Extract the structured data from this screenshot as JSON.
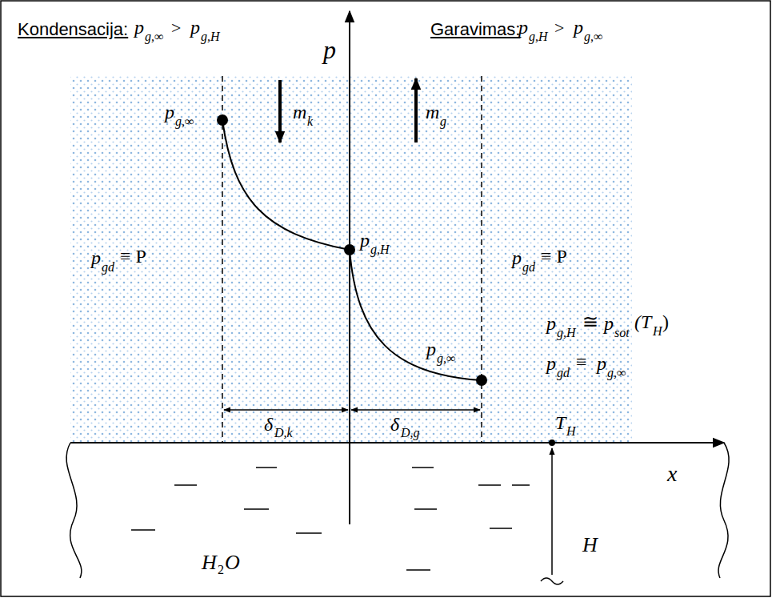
{
  "diagram": {
    "labels": [
      "Kondensacija:",
      "p",
      "g,∞",
      ">",
      "p",
      "g,H",
      "p",
      "Garavimas:",
      "p",
      "g,H",
      ">",
      "p",
      "g,∞",
      "p",
      "g,∞",
      "m",
      "k",
      "m",
      "g",
      "p",
      "gd",
      "≡ P",
      "p",
      "g,H",
      "p",
      "gd",
      "≡ P",
      "p",
      "g,H",
      "≅",
      "p",
      "sot",
      "(T",
      "H",
      ")",
      "p",
      "gd",
      "≡",
      "p",
      "g,∞",
      "p",
      "g,∞",
      "δ",
      "D,k",
      "δ",
      "D,g",
      "T",
      "H",
      "x",
      "H",
      "H",
      "2",
      "O"
    ]
  }
}
